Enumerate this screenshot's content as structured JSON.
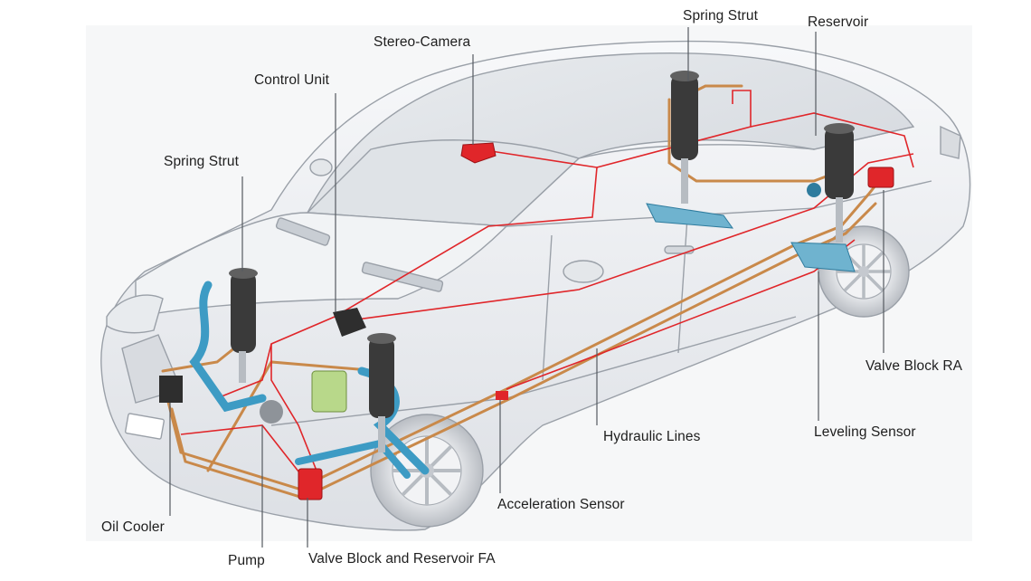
{
  "labels": {
    "spring_strut_rear": "Spring Strut",
    "reservoir": "Reservoir",
    "stereo_camera": "Stereo-Camera",
    "control_unit": "Control Unit",
    "spring_strut_front": "Spring Strut",
    "valve_block_ra": "Valve Block RA",
    "leveling_sensor": "Leveling Sensor",
    "hydraulic_lines": "Hydraulic Lines",
    "acceleration_sensor": "Acceleration Sensor",
    "oil_cooler": "Oil Cooler",
    "pump": "Pump",
    "valve_block_fa": "Valve Block and Reservoir FA"
  },
  "colors": {
    "car_body": "#eef0f3",
    "car_outline": "#9aa0a8",
    "hydraulic_line": "#c9894a",
    "electric_line": "#e0262a",
    "suspension_arm": "#3d9bc4",
    "strut_bellow": "#3a3a3a",
    "label_text": "#1e1e1e"
  }
}
